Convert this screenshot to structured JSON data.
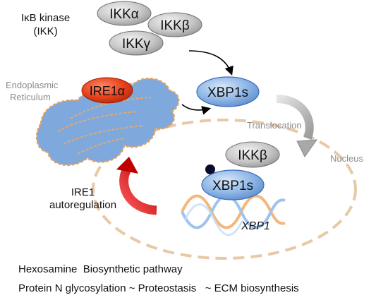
{
  "ikk_complex": {
    "title_line1": "IκB kinase",
    "title_line2": "(IKK)",
    "alpha": "IKKα",
    "beta": "IKKβ",
    "gamma": "IKKγ"
  },
  "er": {
    "label_line1": "Endoplasmic",
    "label_line2": "Reticulum",
    "ire1a": "IRE1α"
  },
  "xbp1s_cytoplasm": "XBP1s",
  "translocation": "Translocation",
  "nucleus": {
    "label": "Nucleus",
    "ikkb": "IKKβ",
    "xbp1s": "XBP1s",
    "gene": "XBP1"
  },
  "autoregulation": {
    "line1": "IRE1",
    "line2": "autoregulation"
  },
  "footer": {
    "line1": "Hexosamine  Biosynthetic pathway",
    "line2": "Protein N glycosylation ~ Proteostasis   ~ ECM biosynthesis"
  },
  "colors": {
    "grey_oval": "#bdbdbd",
    "blue_oval": "#8eb6e6",
    "ire1a_red": "#e8421c",
    "er_blue": "#7fa9dc",
    "er_edge": "#e0a060",
    "nucleus_dash": "#e8c9a6",
    "arrow_red": "#d40000",
    "dna_blue": "#9fc3ee",
    "dna_orange": "#f2b77a"
  }
}
